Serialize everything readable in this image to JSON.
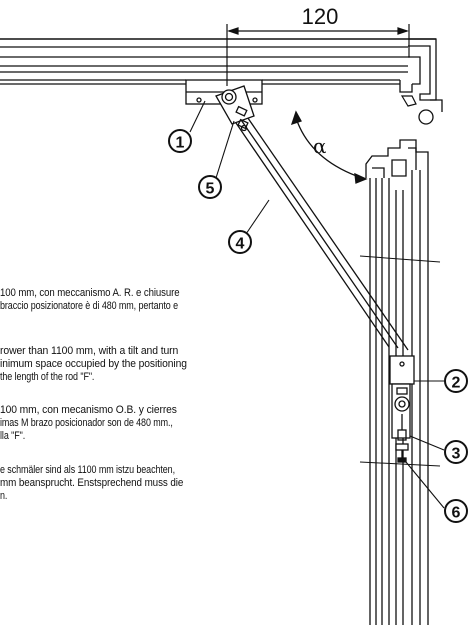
{
  "dimension": {
    "value": "120"
  },
  "angle_symbol": "α",
  "callouts": [
    "1",
    "5",
    "4",
    "2",
    "3",
    "6"
  ],
  "paragraphs": [
    {
      "lang": "it",
      "lines": [
        "100 mm, con meccanismo A. R. e chiusure",
        "braccio posizionatore è di 480 mm, pertanto e"
      ]
    },
    {
      "lang": "en",
      "lines": [
        "rower than 1100 mm, with a tilt and turn",
        "inimum space occupied by the positioning",
        "the length of the rod \"F\"."
      ]
    },
    {
      "lang": "es",
      "lines": [
        "100 mm, con mecanismo O.B. y cierres",
        "imas M brazo posicionador son de 480 mm.,",
        "lla \"F\"."
      ]
    },
    {
      "lang": "de",
      "lines": [
        "e schmäler sind als 1100 mm istzu beachten,",
        "mm beansprucht. Enstsprechend muss die",
        "n."
      ]
    }
  ]
}
